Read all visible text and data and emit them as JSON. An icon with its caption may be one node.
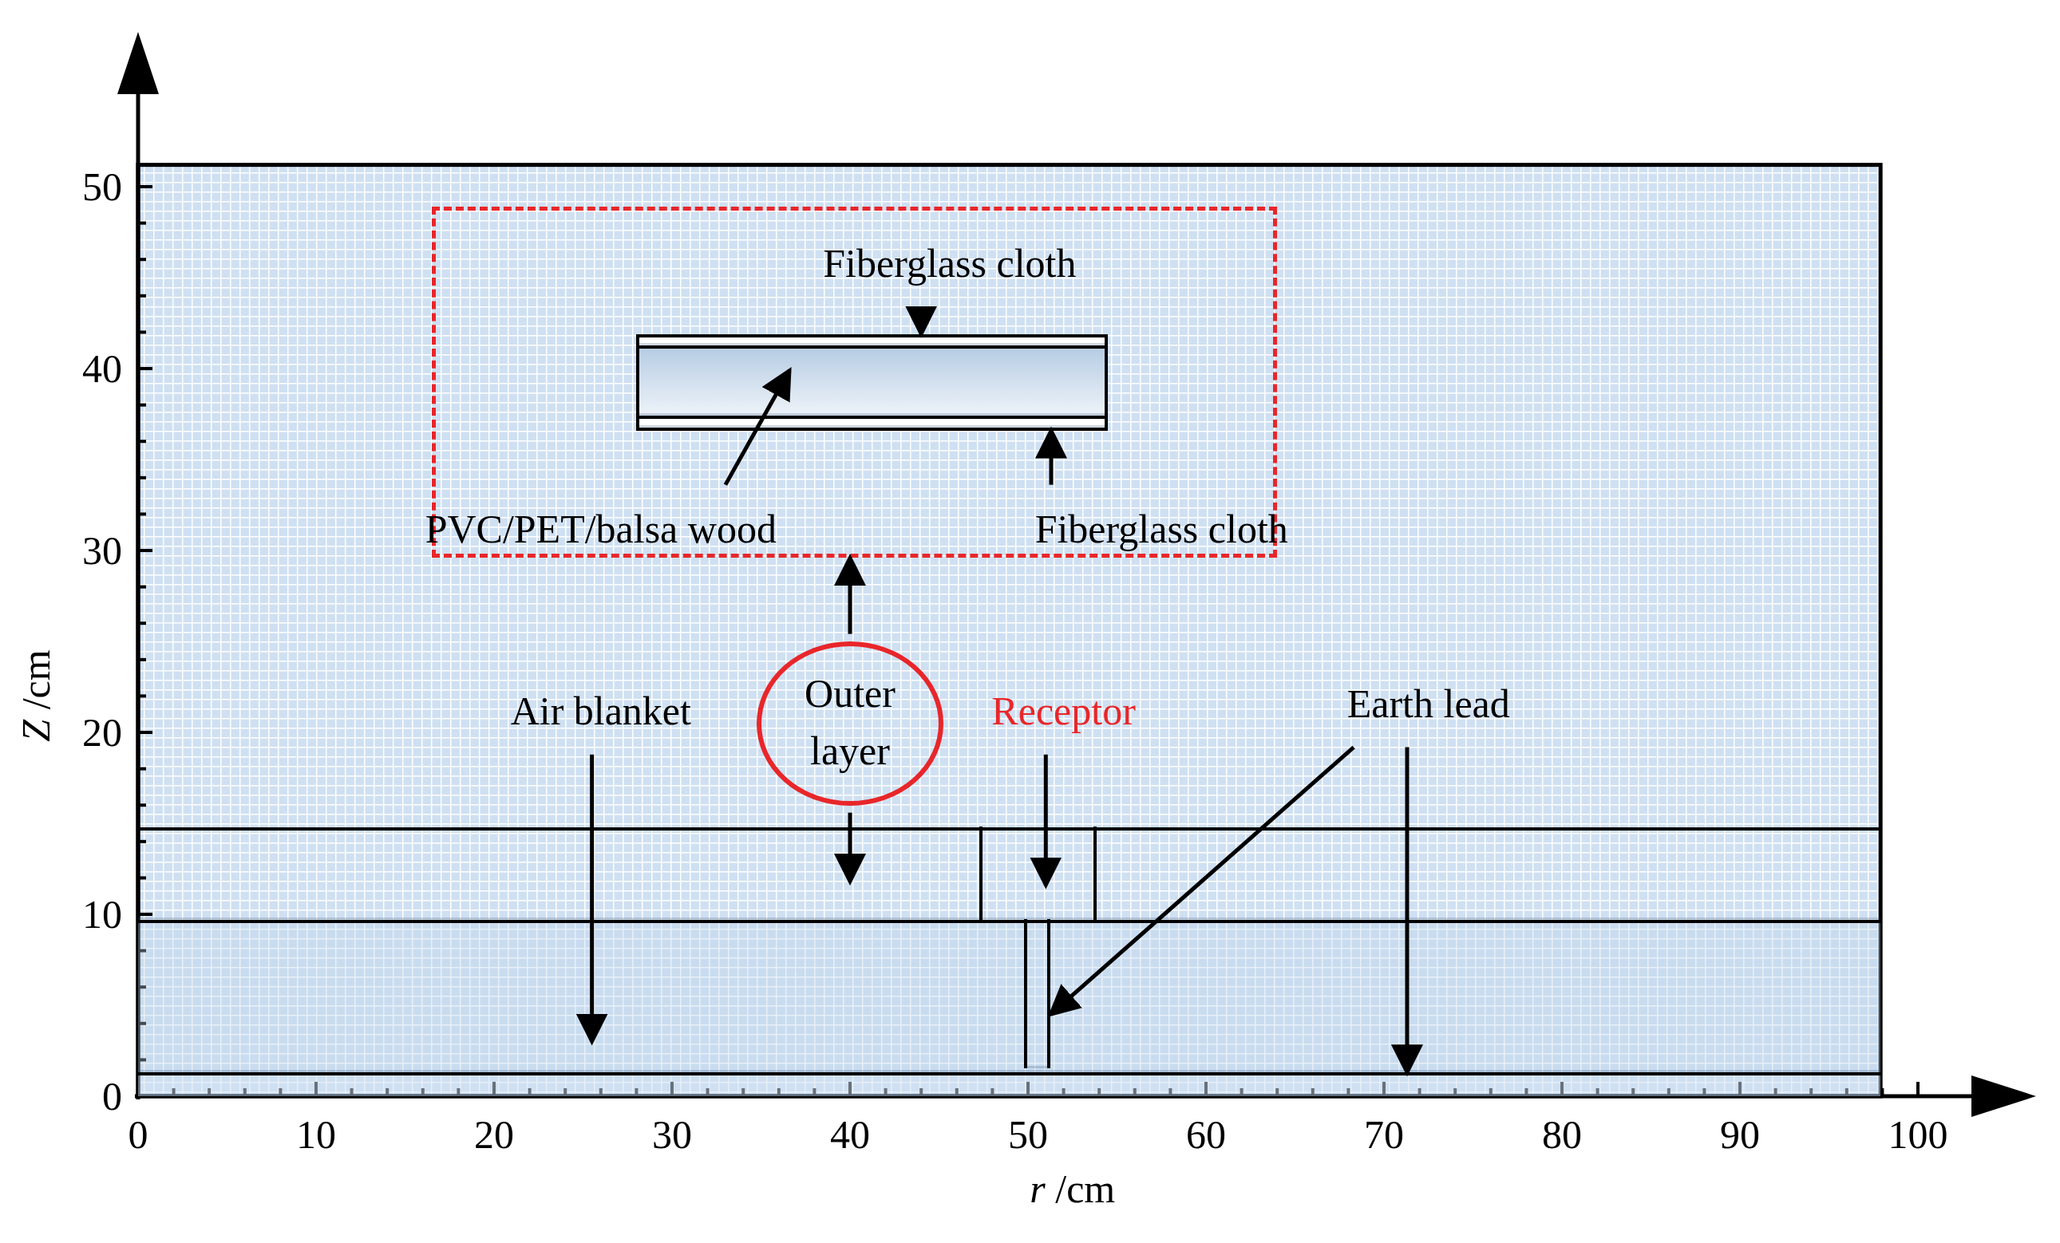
{
  "diagram": {
    "nodes": [
      {
        "text": [],
        "shape": "box"
      },
      {
        "text": [
          "Fiberglass cloth"
        ],
        "in": 0
      },
      {
        "text": [],
        "shape": "bar",
        "in": 0
      },
      {
        "text": [],
        "shape": "bar",
        "in": 0
      },
      {
        "text": [],
        "shape": "bar",
        "in": 0
      },
      {
        "text": [
          "PVC/PET/balsa wood"
        ],
        "in": 0
      },
      {
        "text": [
          "Fiberglass cloth"
        ],
        "in": 0
      },
      {
        "text": [
          "Outer layer"
        ]
      },
      {
        "text": [],
        "shape": "bar"
      },
      {
        "text": [
          "Air blanket"
        ]
      },
      {
        "text": [],
        "shape": "bar"
      },
      {
        "text": [
          "Receptor"
        ]
      },
      {
        "text": [],
        "shape": "box",
        "in": 8
      },
      {
        "text": [
          "Earth lead"
        ]
      },
      {
        "text": [],
        "shape": "bar",
        "in": 10
      },
      {
        "text": [],
        "shape": "bar"
      }
    ],
    "edges": [
      {
        "from": 1,
        "to": 2,
        "arrow": "to"
      },
      {
        "from": 5,
        "to": 3,
        "arrow": "to"
      },
      {
        "from": 6,
        "to": 4,
        "arrow": "to"
      },
      {
        "from": 7,
        "to": 0,
        "arrow": "to"
      },
      {
        "from": 7,
        "to": 8,
        "arrow": "to"
      },
      {
        "from": 9,
        "to": 10,
        "arrow": "to"
      },
      {
        "from": 11,
        "to": 12,
        "arrow": "to"
      },
      {
        "from": 13,
        "to": 14,
        "arrow": "to"
      },
      {
        "from": 13,
        "to": 15,
        "arrow": "to"
      }
    ],
    "labels": [
      "50",
      "40",
      "30",
      "20",
      "10",
      "0",
      "*Z* /cm",
      "0",
      "10",
      "20",
      "30",
      "40",
      "50",
      "60",
      "70",
      "80",
      "90",
      "100",
      "*r* /cm"
    ]
  }
}
